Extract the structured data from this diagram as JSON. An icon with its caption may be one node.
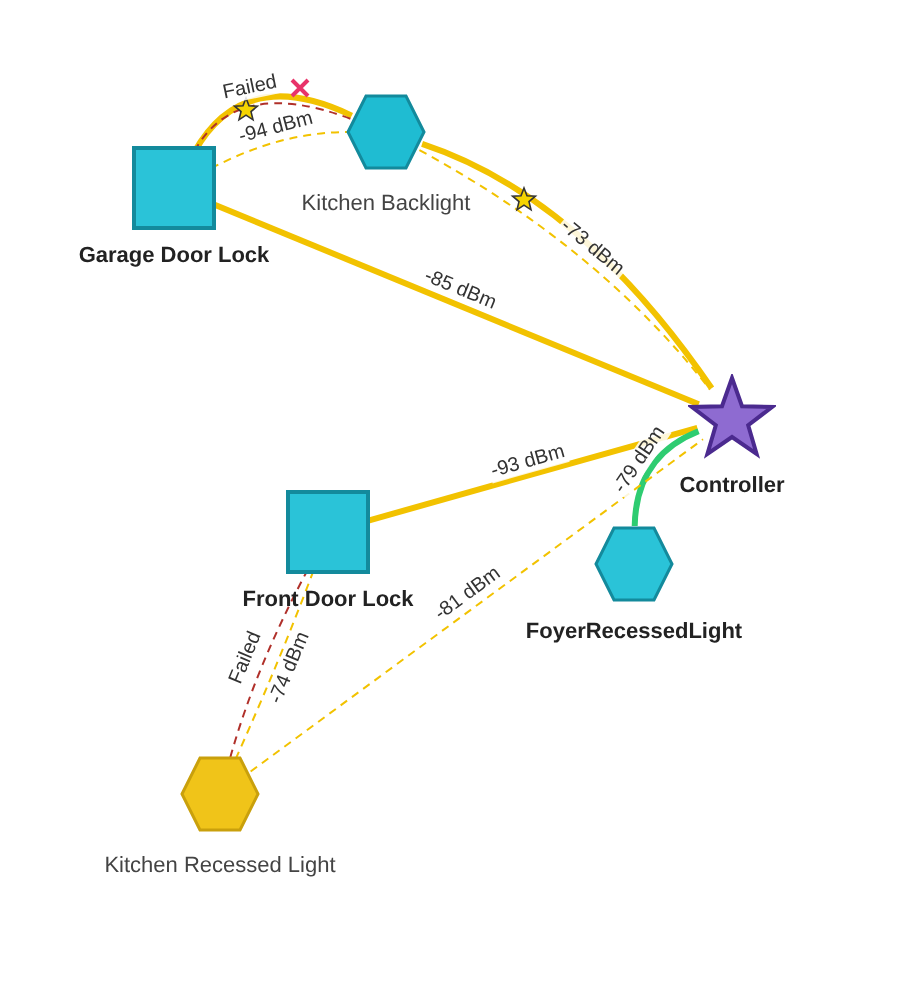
{
  "diagram": {
    "nodes": [
      {
        "text": [
          "Garage Door Lock"
        ]
      },
      {
        "text": [
          "Kitchen Backlight"
        ]
      },
      {
        "text": [
          "Controller"
        ]
      },
      {
        "text": [
          "Front Door Lock"
        ]
      },
      {
        "text": [
          "FoyerRecessedLight"
        ]
      },
      {
        "text": [
          "Kitchen Recessed Light"
        ]
      }
    ],
    "edges": [
      {
        "from": 0,
        "to": 1,
        "arrow": "none",
        "style": "thick"
      },
      {
        "from": 1,
        "to": 2,
        "arrow": "none",
        "style": "thick"
      },
      {
        "from": 0,
        "to": 1,
        "arrow": "none",
        "style": "dashed",
        "label": "-94 dBm"
      },
      {
        "from": 0,
        "to": 1,
        "arrow": "none",
        "style": "dashed",
        "color": "#b0302a",
        "label": "Failed"
      },
      {
        "from": 1,
        "to": 2,
        "arrow": "none",
        "style": "dashed",
        "label": "-73 dBm"
      },
      {
        "from": 0,
        "to": 2,
        "arrow": "none",
        "style": "thick",
        "label": "-85 dBm"
      },
      {
        "from": 3,
        "to": 2,
        "arrow": "none",
        "style": "thick",
        "label": "-93 dBm"
      },
      {
        "from": 4,
        "to": 2,
        "arrow": "none",
        "style": "thick",
        "color": "#2ecc71",
        "label": "-79 dBm"
      },
      {
        "from": 5,
        "to": 2,
        "arrow": "none",
        "style": "dashed",
        "label": "-81 dBm"
      },
      {
        "from": 5,
        "to": 3,
        "arrow": "none",
        "style": "dashed",
        "label": "-74 dBm"
      },
      {
        "from": 5,
        "to": 3,
        "arrow": "none",
        "style": "dashed",
        "color": "#b0302a",
        "label": "Failed"
      }
    ]
  }
}
